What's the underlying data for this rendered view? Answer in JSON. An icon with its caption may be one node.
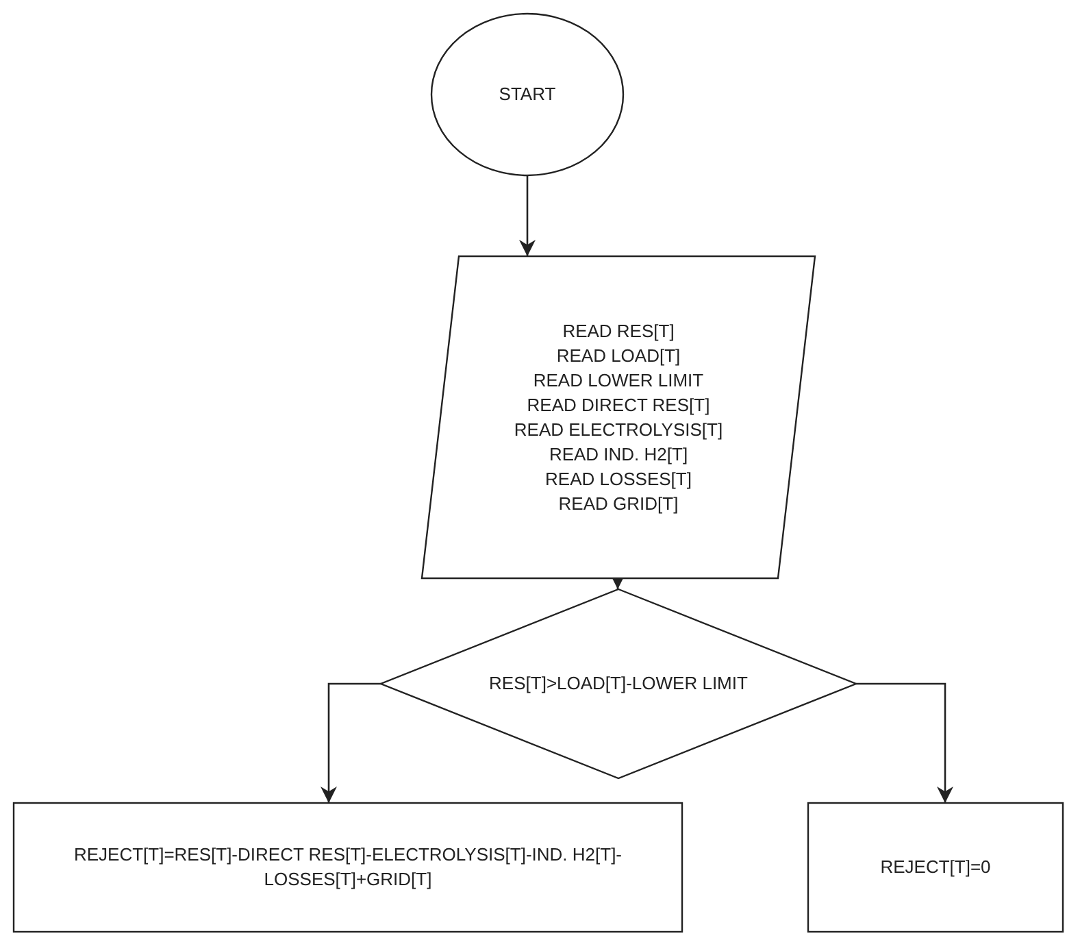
{
  "diagram": {
    "nodes": [
      {
        "text": [
          "START"
        ]
      },
      {
        "text": [
          "READ RES[T]",
          "READ LOAD[T]",
          "READ LOWER LIMIT",
          "READ DIRECT RES[T]",
          "READ ELECTROLYSIS[T]",
          "READ IND. H2[T]",
          "READ LOSSES[T]",
          "READ GRID[T]"
        ]
      },
      {
        "text": [
          "RES[T]>LOAD[T]-LOWER LIMIT"
        ]
      },
      {
        "text": [
          "REJECT[T]=RES[T]-DIRECT RES[T]-ELECTROLYSIS[T]-IND. H2[T]-LOSSES[T]+GRID[T]"
        ]
      },
      {
        "text": [
          "REJECT[T]=0"
        ]
      }
    ],
    "edges": [
      {
        "from": 0,
        "to": 1,
        "arrow": "to"
      },
      {
        "from": 1,
        "to": 2,
        "arrow": "to"
      },
      {
        "from": 2,
        "to": 3,
        "arrow": "to"
      },
      {
        "from": 2,
        "to": 4,
        "arrow": "to"
      }
    ]
  }
}
